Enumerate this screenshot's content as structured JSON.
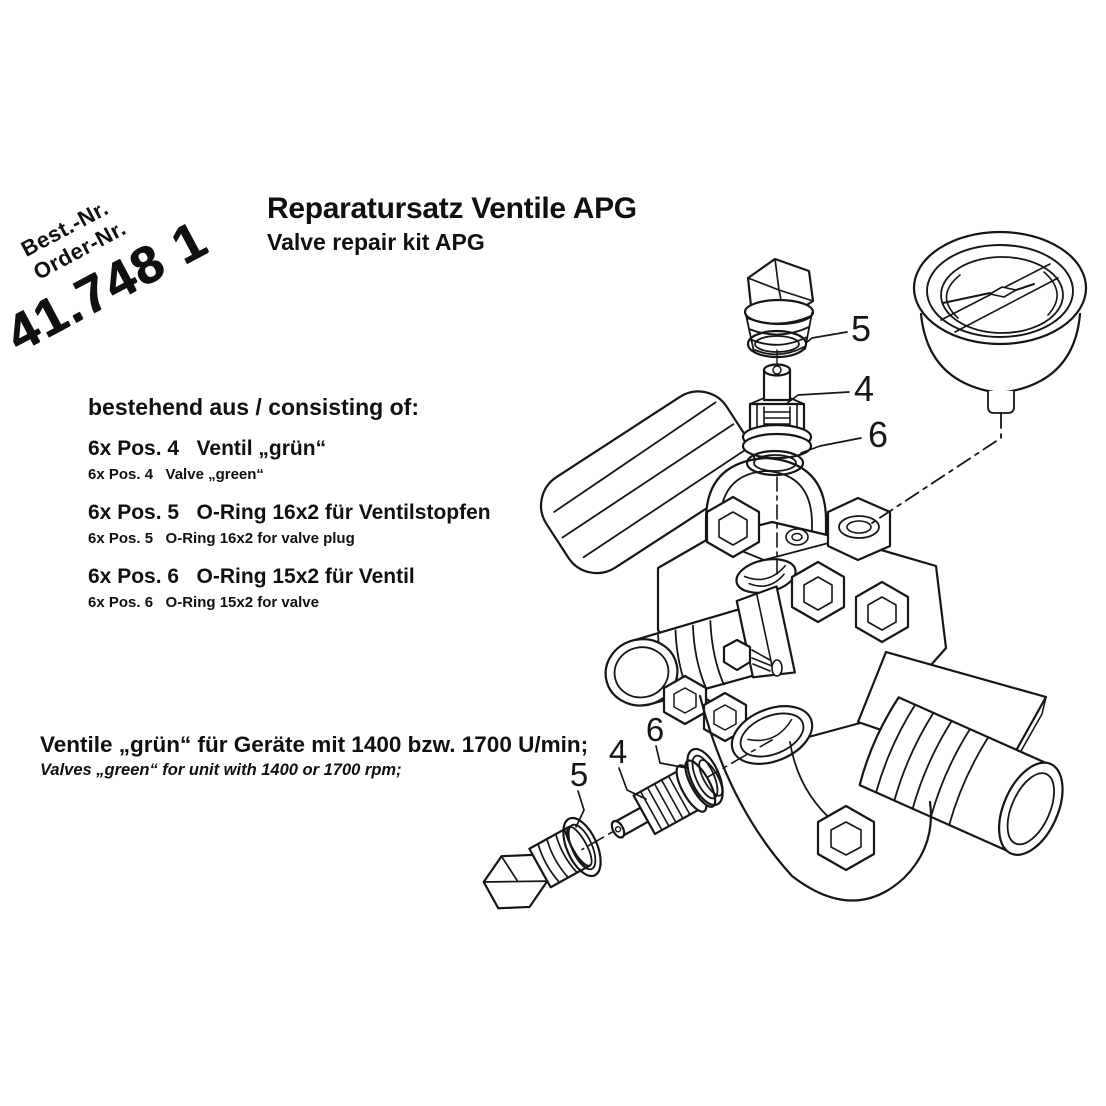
{
  "order": {
    "label_de": "Best.-Nr.",
    "label_en": "Order-Nr.",
    "number": "41.748 1"
  },
  "title": {
    "de": "Reparatursatz Ventile APG",
    "en": "Valve repair kit APG"
  },
  "contents": {
    "heading": "bestehend aus / consisting of:",
    "items": [
      {
        "de": "6x Pos. 4   Ventil „grün“",
        "en": "6x Pos. 4   Valve „green“"
      },
      {
        "de": "6x Pos. 5   O-Ring 16x2 für Ventilstopfen",
        "en": "6x Pos. 5   O-Ring 16x2 for valve plug"
      },
      {
        "de": "6x Pos. 6   O-Ring 15x2 für Ventil",
        "en": "6x Pos. 6   O-Ring 15x2 for valve"
      }
    ]
  },
  "note": {
    "de": "Ventile „grün“ für Geräte mit 1400 bzw. 1700 U/min;",
    "en": "Valves „green“ for unit with 1400 or 1700 rpm;"
  },
  "diagram": {
    "line_color": "#161616",
    "callout_top_5": "5",
    "callout_top_4": "4",
    "callout_top_6": "6",
    "callout_bottom_6": "6",
    "callout_bottom_4": "4",
    "callout_bottom_5": "5"
  }
}
